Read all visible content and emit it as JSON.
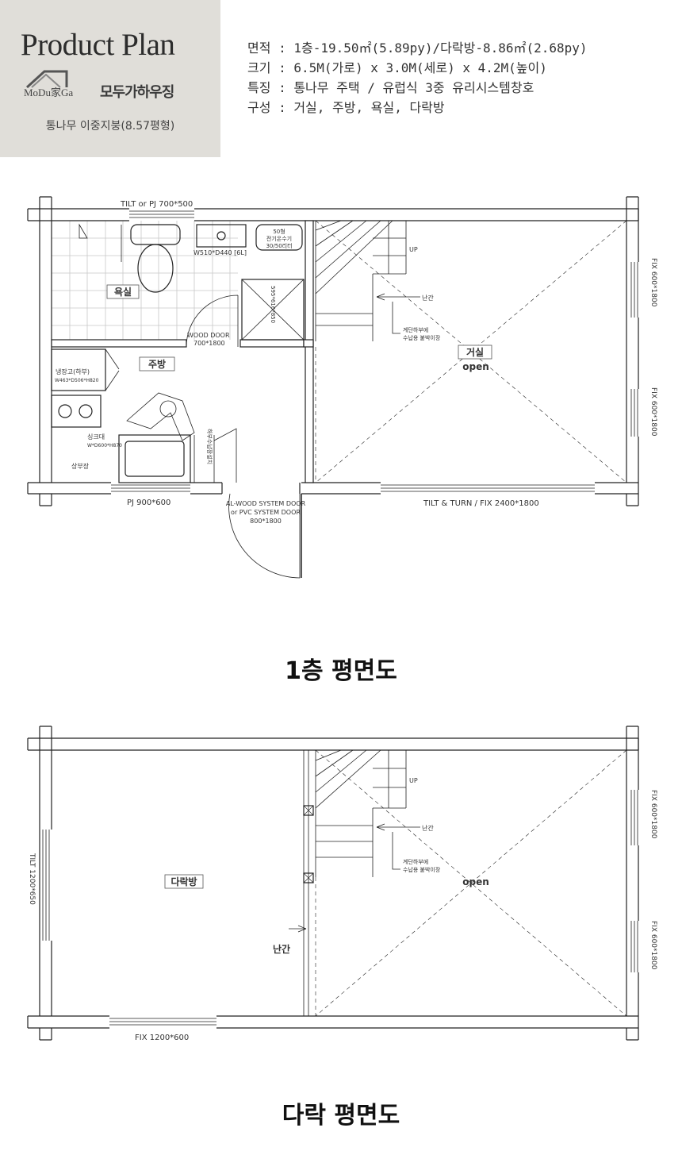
{
  "header": {
    "title": "Product Plan",
    "logo_en": "MoDu家Ga",
    "logo_kr": "모두가하우징",
    "subtitle": "통나무 이중지붕(8.57평형)"
  },
  "specs": [
    "면적 : 1층-19.50㎡(5.89py)/다락방-8.86㎡(2.68py)",
    "크기 : 6.5M(가로) x 3.0M(세로) x 4.2M(높이)",
    "특징 : 통나무 주택 / 유럽식 3중 유리시스템창호",
    "구성 : 거실, 주방, 욕실, 다락방"
  ],
  "floor1": {
    "title": "1층 평면도",
    "labels": {
      "tilt_top": "TILT or PJ 700*500",
      "bathroom": "욕실",
      "kitchen": "주방",
      "living": "거실",
      "open": "open",
      "up": "UP",
      "railing": "난간",
      "storage_line1": "계단하부에",
      "storage_line2": "수납용 붙박이장",
      "wood_door_1": "WOOD DOOR",
      "wood_door_2": "700*1800",
      "basin": "W510*D440 [6L]",
      "heater_1": "50형",
      "heater_2": "전기온수기",
      "heater_3": "30/50리터",
      "shower": "595*616*850",
      "fridge_1": "냉장고(하부)",
      "fridge_2": "W463*D506*H820",
      "sink_1": "싱크대",
      "sink_2": "W*D600*H870",
      "cabinet": "하부수납장설치",
      "drain": "상부장",
      "pj_bottom": "PJ 900*600",
      "door_1": "AL-WOOD SYSTEM DOOR",
      "door_2": "or PVC SYSTEM DOOR",
      "door_3": "800*1800",
      "tilt_turn": "TILT & TURN / FIX 2400*1800",
      "fix_right_1": "FIX 600*1800",
      "fix_right_2": "FIX 600*1800"
    }
  },
  "floor2": {
    "title": "다락 평면도",
    "labels": {
      "attic": "다락방",
      "open": "open",
      "up": "UP",
      "railing_stair": "난간",
      "railing_edge": "난간",
      "storage_line1": "계단하부에",
      "storage_line2": "수납용 붙박이장",
      "tilt_left": "TILT 1200*650",
      "fix_bottom": "FIX 1200*600",
      "fix_right_1": "FIX 600*1800",
      "fix_right_2": "FIX 600*1800"
    }
  }
}
